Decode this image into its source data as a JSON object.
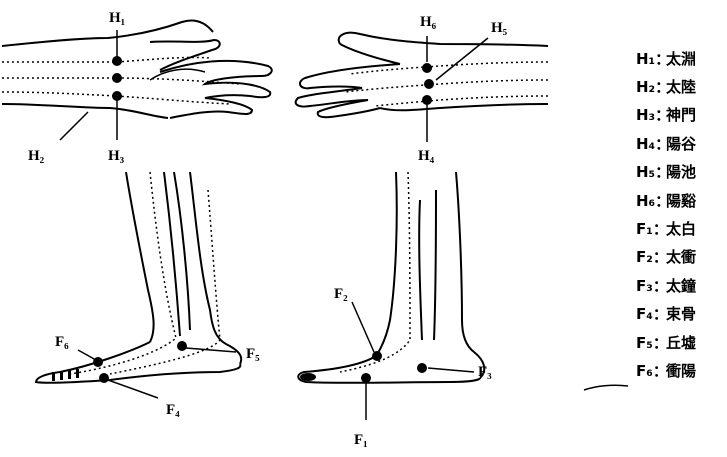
{
  "hand_points": [
    {
      "code": "H1",
      "label": "H₁"
    },
    {
      "code": "H2",
      "label": "H₂"
    },
    {
      "code": "H3",
      "label": "H₃"
    },
    {
      "code": "H4",
      "label": "H₄"
    },
    {
      "code": "H5",
      "label": "H₅"
    },
    {
      "code": "H6",
      "label": "H₆"
    }
  ],
  "foot_points": [
    {
      "code": "F1",
      "label": "F₁"
    },
    {
      "code": "F2",
      "label": "F₂"
    },
    {
      "code": "F3",
      "label": "F₃"
    },
    {
      "code": "F4",
      "label": "F₄"
    },
    {
      "code": "F5",
      "label": "F₅"
    },
    {
      "code": "F6",
      "label": "F₆"
    }
  ],
  "legend": [
    {
      "code": "H₁：",
      "name": "太淵"
    },
    {
      "code": "H₂：",
      "name": "太陸"
    },
    {
      "code": "H₃：",
      "name": "神門"
    },
    {
      "code": "H₄：",
      "name": "陽谷"
    },
    {
      "code": "H₅：",
      "name": "陽池"
    },
    {
      "code": "H₆：",
      "name": "陽谿"
    },
    {
      "code": "F₁：",
      "name": "太白"
    },
    {
      "code": "F₂：",
      "name": "太衝"
    },
    {
      "code": "F₃：",
      "name": "太鐘"
    },
    {
      "code": "F₄：",
      "name": "束骨"
    },
    {
      "code": "F₅：",
      "name": "丘墟"
    },
    {
      "code": "F₆：",
      "name": "衝陽"
    }
  ]
}
